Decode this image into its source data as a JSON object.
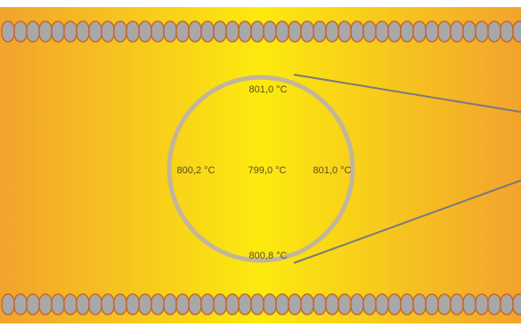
{
  "diagram": {
    "readings": {
      "top": "801,0 °C",
      "center": "799,0 °C",
      "left": "800,2 °C",
      "right": "801,0 °C",
      "bottom": "800,8 °C"
    },
    "colors": {
      "field_edge": "#f2a32e",
      "field_center": "#fcea0e",
      "coil_fill": "#a8a8a8",
      "coil_stroke": "#c46a2c",
      "ring": "#c2b59a",
      "leader_line": "#7a7a7a",
      "label_text": "#5a4a2a"
    }
  }
}
